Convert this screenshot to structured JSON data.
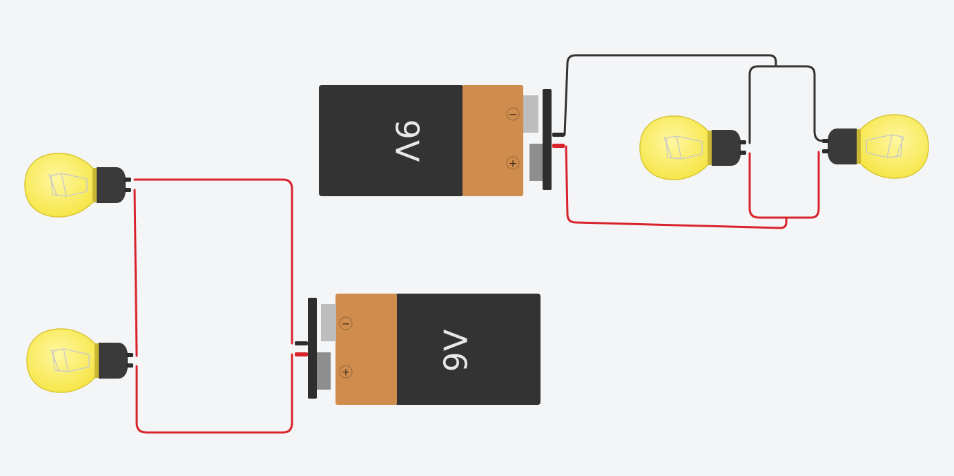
{
  "colors": {
    "background": "#f4f5f7",
    "wire_red": "#d9232a",
    "wire_black": "#333333",
    "battery_body": "#333333",
    "battery_cap": "#d08c4d",
    "bulb_glass": "#fbef5a",
    "bulb_base": "#3a3a3a"
  },
  "batteries": [
    {
      "label": "9V",
      "minus_symbol": "−",
      "plus_symbol": "+"
    },
    {
      "label": "9V",
      "minus_symbol": "−",
      "plus_symbol": "+"
    }
  ],
  "bulbs": [
    {
      "name": "bulb-left-top"
    },
    {
      "name": "bulb-left-bottom"
    },
    {
      "name": "bulb-right-a"
    },
    {
      "name": "bulb-right-b"
    }
  ]
}
